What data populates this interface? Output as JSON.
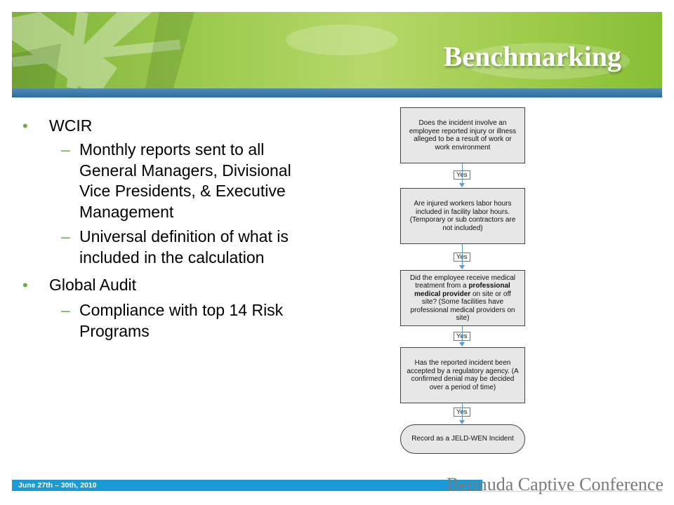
{
  "slide": {
    "title": "Benchmarking",
    "bullets": [
      {
        "text": "WCIR",
        "sub": [
          "Monthly reports sent to all General Managers, Divisional Vice Presidents, & Executive Management",
          "Universal definition of what is included in the calculation"
        ]
      },
      {
        "text": "Global Audit",
        "sub": [
          "Compliance with top 14 Risk Programs"
        ]
      }
    ],
    "flowchart": {
      "steps": [
        "Does the incident involve an employee  reported injury or illness alleged to be  a result of work or work environment",
        "Are injured workers labor hours included in facility labor hours.  (Temporary or sub contractors are not included)",
        "Did the employee receive medical treatment from a professional medical provider on site or off site? (Some facilities have professional medical providers on site)",
        "Has the reported incident been accepted by a regulatory agency.  (A confirmed denial may be decided over a period of time)"
      ],
      "step3_pre": "Did the employee receive medical treatment from a ",
      "step3_bold": "professional medical provider",
      "step3_post": " on site or off site? (Some facilities have professional medical providers on site)",
      "connector_label": "Yes",
      "final": "Record as a JELD-WEN Incident"
    },
    "footer": {
      "date": "June 27th – 30th, 2010",
      "conference": "Bermuda Captive Conference"
    }
  },
  "colors": {
    "banner_green": "#9ccb4e",
    "banner_stripe_blue": "#2f6c9f",
    "bullet_green": "#6bb13b",
    "footer_blue": "#1a9ad6",
    "arrow_blue": "#5b9bd5"
  }
}
